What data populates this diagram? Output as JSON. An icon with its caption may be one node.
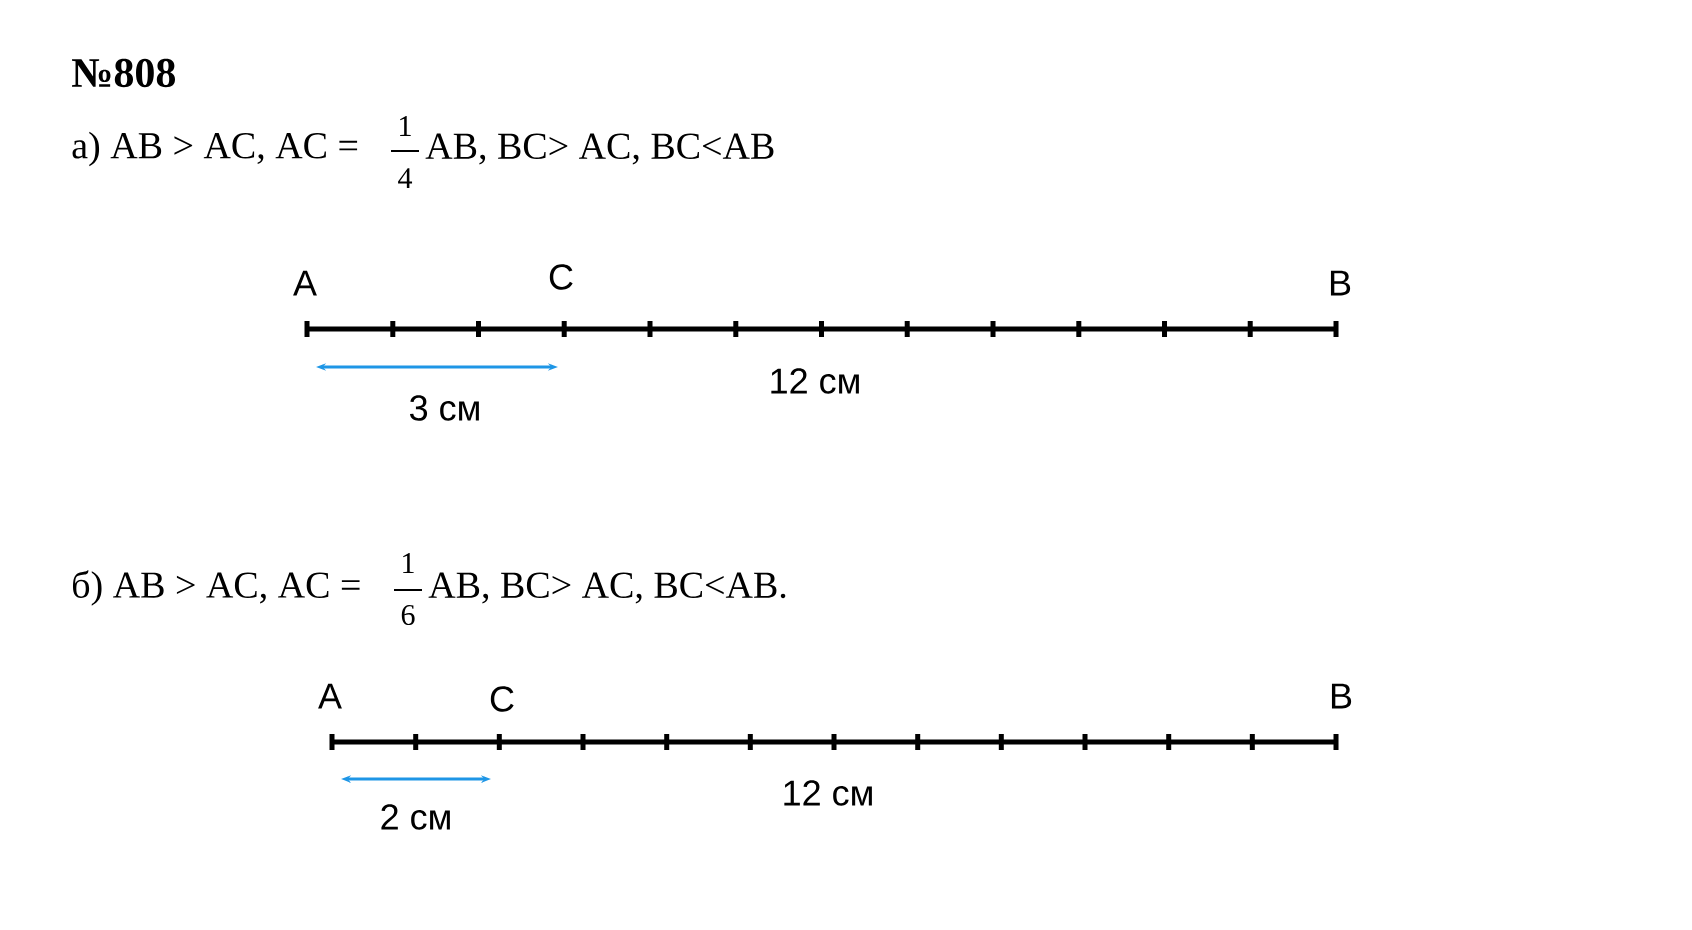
{
  "diagram": {
    "title": "№808",
    "labels": [
      "а) AB > AC, AC =",
      "1",
      "4",
      "AB, BC> AC, BC<AB",
      "A",
      "C",
      "B",
      "12 см",
      "3 см",
      "б) AB > AC, AC =",
      "1",
      "6",
      "AB, BC> AC, BC<AB.",
      "A",
      "C",
      "B",
      "12 см",
      "2 см"
    ]
  }
}
